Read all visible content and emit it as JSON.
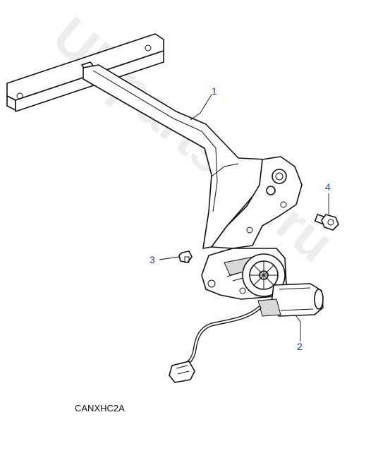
{
  "diagram": {
    "callouts": [
      {
        "label": "1"
      },
      {
        "label": "2"
      },
      {
        "label": "3"
      },
      {
        "label": "4"
      }
    ],
    "caption": "CANXHC2A",
    "watermark": "UKpartsoft.ru",
    "colors": {
      "callout_text": "#1f3fb0",
      "line_art": "#111111",
      "background": "#ffffff"
    }
  }
}
